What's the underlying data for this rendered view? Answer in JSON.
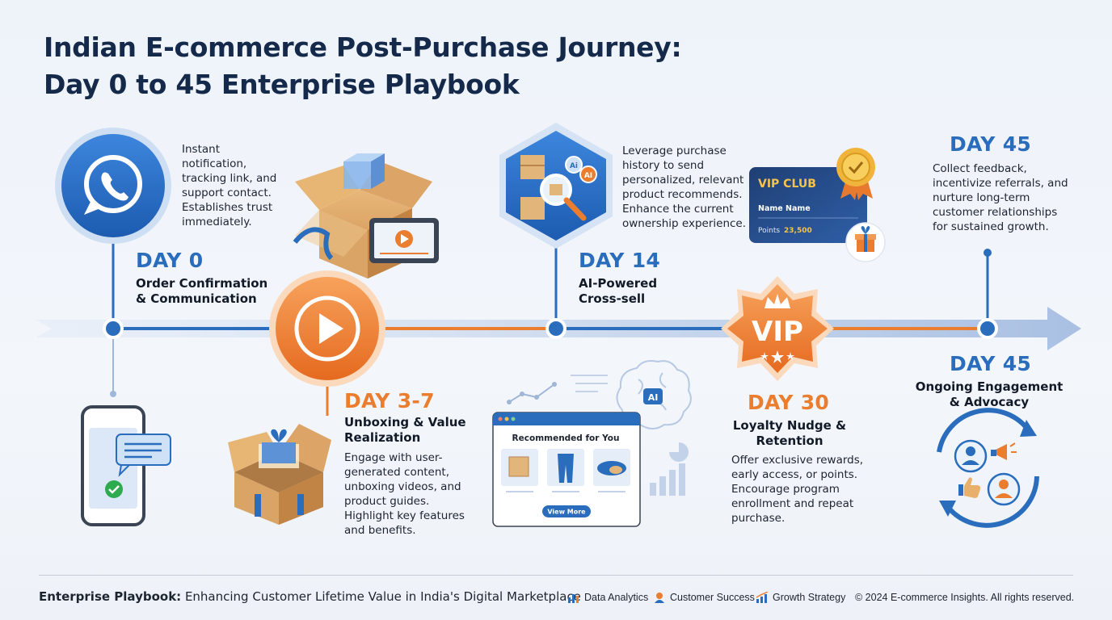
{
  "title": {
    "line1": "Indian E-commerce Post-Purchase Journey:",
    "line2": "Day 0 to 45 Enterprise Playbook"
  },
  "stages": [
    {
      "day": "DAY 0",
      "name_line1": "Order Confirmation",
      "name_line2": "& Communication",
      "desc": [
        "Instant",
        "notification,",
        "tracking link, and",
        "support contact.",
        "Establishes trust",
        "immediately."
      ],
      "color": "#2a6dbd",
      "icon": "whatsapp-icon"
    },
    {
      "day": "DAY 3-7",
      "name_line1": "Unboxing & Value",
      "name_line2": "Realization",
      "desc": [
        "Engage with user-",
        "generated content,",
        "unboxing videos, and",
        "product guides.",
        "Highlight key features",
        "and benefits."
      ],
      "color": "#ea7d2e",
      "icon": "play-icon"
    },
    {
      "day": "DAY 14",
      "name_line1": "AI-Powered",
      "name_line2": "Cross-sell",
      "desc": [
        "Leverage purchase",
        "history to send",
        "personalized, relevant",
        "product recommends.",
        "Enhance the current",
        "ownership experience."
      ],
      "color": "#2a6dbd",
      "icon": "ai-analysis-icon"
    },
    {
      "day": "DAY 30",
      "name_line1": "Loyalty Nudge &",
      "name_line2": "Retention",
      "desc": [
        "Offer exclusive rewards,",
        "early access, or points.",
        "Encourage program",
        "enrollment and repeat",
        "purchase."
      ],
      "color": "#ea7d2e",
      "icon": "vip-badge-icon"
    },
    {
      "day": "DAY 45",
      "name_line1": "Ongoing Engagement",
      "name_line2": "& Advocacy",
      "desc": [
        "Collect feedback,",
        "incentivize referrals, and",
        "nurture long-term",
        "customer relationships",
        "for sustained growth."
      ],
      "color": "#2a6dbd",
      "icon": "advocacy-cycle-icon"
    }
  ],
  "vip_card": {
    "title": "VIP CLUB",
    "name": "Name Name",
    "points_label": "Points",
    "points_value": "23,500"
  },
  "vip_badge_text": "VIP",
  "ai_badge": "Ai",
  "ai_badge2": "AI",
  "ai_brain_label": "AI",
  "recommend_panel": {
    "title": "Recommended for You",
    "button": "View More"
  },
  "footer": {
    "playbook_bold": "Enterprise Playbook:",
    "playbook_rest": " Enhancing Customer Lifetime Value in India's Digital Marketplace",
    "tags": [
      "Data Analytics",
      "Customer Success",
      "Growth Strategy"
    ],
    "copyright": "© 2024 E-commerce Insights. All rights reserved."
  },
  "colors": {
    "blue": "#2a6dbd",
    "orange": "#ea7d2e",
    "navy": "#15294a"
  }
}
